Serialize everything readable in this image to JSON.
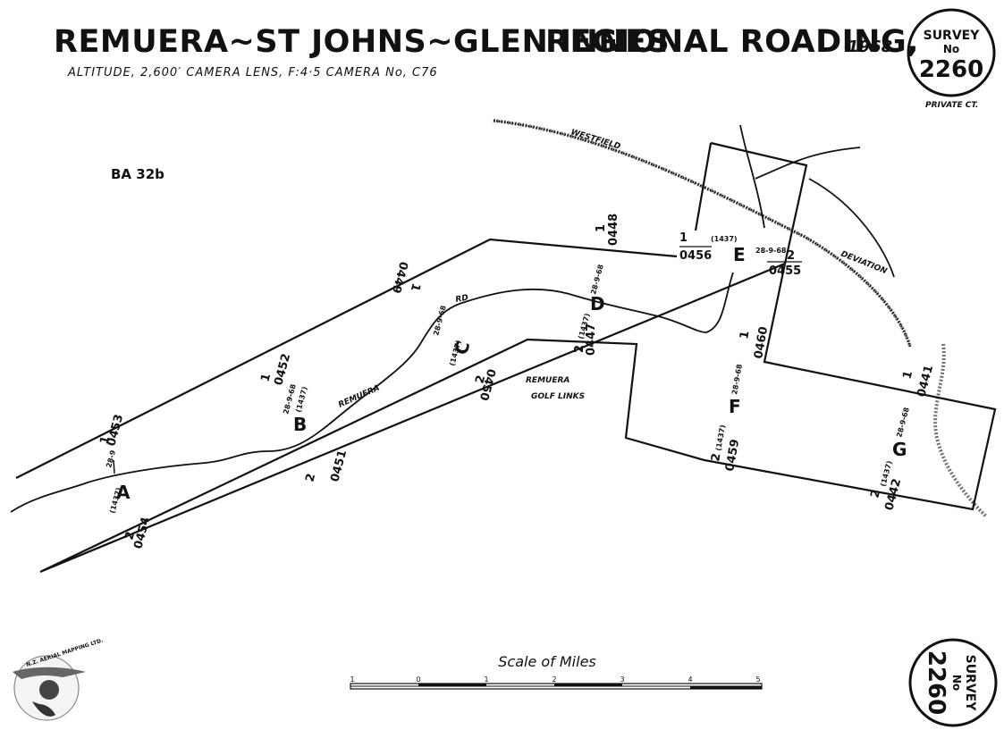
{
  "header": {
    "title_main": "REMUERA~ST JOHNS~GLEN INNES",
    "title_right": "REGIONAL ROADING,",
    "year": "1968",
    "details": "ALTITUDE, 2,600′     CAMERA  LENS,  F:4·5      CAMERA  No, C76"
  },
  "survey_top": {
    "line1": "SURVEY",
    "line2": "No",
    "number": "2260",
    "note": "PRIVATE CT."
  },
  "survey_bottom": {
    "line1": "SURVEY",
    "line2": "No",
    "number": "2260"
  },
  "sheet_ref": "BA 32b",
  "places": {
    "westfield": "WESTFIELD",
    "deviation": "DEVIATION",
    "remuera": "REMUERA",
    "rd": "RD",
    "golf1": "REMUERA",
    "golf2": "GOLF LINKS"
  },
  "runs": {
    "A": {
      "letter": "A",
      "date": "28-9",
      "run": "(1437)",
      "top_num": "1",
      "top_frame": "0453",
      "bot_num": "2",
      "bot_frame": "0454"
    },
    "B": {
      "letter": "B",
      "date": "28-9-68",
      "run": "(1437)",
      "top_num": "1",
      "top_frame": "0452",
      "bot_num": "2",
      "bot_frame": "0451"
    },
    "C": {
      "letter": "C",
      "date": "28-9-68",
      "run": "(1437)",
      "top_num": "1",
      "top_frame": "0449",
      "bot_num": "2",
      "bot_frame": "0450"
    },
    "D": {
      "letter": "D",
      "date": "28-9-68",
      "run": "(1437)",
      "top_num": "1",
      "top_frame": "0448",
      "bot_num": "2",
      "bot_frame": "0447"
    },
    "E": {
      "letter": "E",
      "date": "28-9-68",
      "run": "(1437)",
      "top_num": "1",
      "top_frame": "0456",
      "bot_num": "2",
      "bot_frame": "0455"
    },
    "F": {
      "letter": "F",
      "date": "28-9-68",
      "run": "(1437)",
      "top_num": "1",
      "top_frame": "0460",
      "bot_num": "2",
      "bot_frame": "0459"
    },
    "G": {
      "letter": "G",
      "date": "28-9-68",
      "run": "(1437)",
      "top_num": "1",
      "top_frame": "0441",
      "bot_num": "2",
      "bot_frame": "0442"
    }
  },
  "scale": {
    "title": "Scale of Miles",
    "ticks": [
      "1",
      "0",
      "1",
      "2",
      "3",
      "4",
      "5"
    ]
  },
  "logo_text": "N.Z. AERIAL MAPPING LTD."
}
